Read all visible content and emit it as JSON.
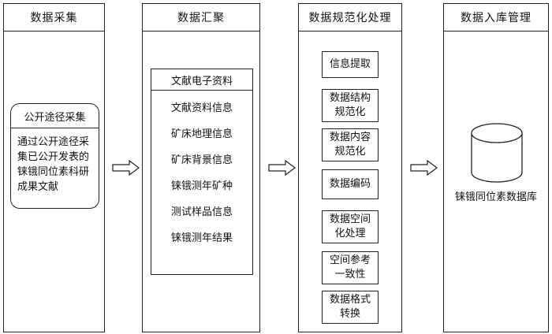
{
  "columns": [
    {
      "title": "数据采集"
    },
    {
      "title": "数据汇聚"
    },
    {
      "title": "数据规范化处理"
    },
    {
      "title": "数据入库管理"
    }
  ],
  "collection": {
    "box_title": "公开途径采集",
    "box_body": "通过公开途径采\n集已公开发表的\n铼锇同位素科研\n成果文献"
  },
  "aggregation": {
    "box_title": "文献电子资料",
    "items": [
      "文献资料信息",
      "矿床地理信息",
      "矿床背景信息",
      "铼锇测年矿种",
      "测试样品信息",
      "铼锇测年结果"
    ]
  },
  "processing": {
    "steps": [
      "信息提取",
      "数据结构\n规范化",
      "数据内容\n规范化",
      "数据编码",
      "数据空间\n化处理",
      "空间参考\n一致性",
      "数据格式\n转换"
    ]
  },
  "storage": {
    "db_label": "铼锇同位素数据库"
  }
}
